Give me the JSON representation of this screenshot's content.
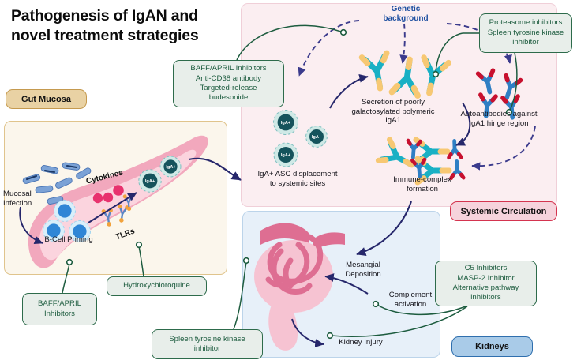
{
  "title": "Pathogenesis of IgAN and novel treatment strategies",
  "compartments": [
    {
      "id": "gut",
      "label": "Gut Mucosa",
      "bg": "#fbf6ec",
      "pill_bg": "#e9d2a4",
      "pill_border": "#c59a4f"
    },
    {
      "id": "systemic",
      "label": "Systemic Circulation",
      "bg": "#fbeef1",
      "pill_bg": "#f6d3dc",
      "pill_border": "#d4344f"
    },
    {
      "id": "kidneys",
      "label": "Kidneys",
      "bg": "#e7f0f9",
      "pill_bg": "#a9cbe8",
      "pill_border": "#2f6fae"
    }
  ],
  "treatment_boxes": [
    {
      "id": "baff-april-top",
      "text": "BAFF/APRIL Inhibitors Anti-CD38 antibody Targeted-release budesonide",
      "lines": [
        "BAFF/APRIL Inhibitors",
        "Anti-CD38 antibody",
        "Targeted-release",
        "budesonide"
      ]
    },
    {
      "id": "proteasome",
      "text": "Proteasome inhibitors Spleen tyrosine kinase inhibitor",
      "lines": [
        "Proteasome inhibitors",
        "Spleen tyrosine kinase",
        "inhibitor"
      ]
    },
    {
      "id": "complement",
      "text": "C5 Inhibitors MASP-2 Inhibitor Alternative pathway inhibitors",
      "lines": [
        "C5 Inhibitors",
        "MASP-2 Inhibitor",
        "Alternative pathway",
        "inhibitors"
      ]
    },
    {
      "id": "baff-april-bottom",
      "text": "BAFF/APRIL Inhibitors",
      "lines": [
        "BAFF/APRIL",
        "Inhibitors"
      ]
    },
    {
      "id": "hydroxychloroquine",
      "text": "Hydroxychloroquine",
      "lines": [
        "Hydroxychloroquine"
      ]
    },
    {
      "id": "syk-bottom",
      "text": "Spleen tyrosine kinase inhibitor",
      "lines": [
        "Spleen tyrosine kinase",
        "inhibitor"
      ]
    }
  ],
  "labels": {
    "genetic_background": "Genetic background",
    "secretion": "Secretion of poorly galactosylated polymeric IgA1",
    "autoantibodies": "Autoantibodies against IgA1 hinge region",
    "immune_complex": "Immune-complex formation",
    "asc_displacement": "IgA+ ASC displacement to systemic sites",
    "mucosal_infection": "Mucosal Infection",
    "bcell_priming": "B-Cell Priming",
    "cytokines": "Cytokines",
    "tlrs": "TLRs",
    "mesangial": "Mesangial Deposition",
    "complement_activation": "Complement activation",
    "kidney_injury": "Kidney Injury",
    "iga_cell_tag": "IgA+"
  },
  "colors": {
    "title": "#0b0b0b",
    "treatment_green": "#2d6b4b",
    "treatment_fill": "#e8eeea",
    "arrow_navy": "#26276b",
    "arrow_green": "#1d5c3f",
    "genetic_blue": "#1d4fa0",
    "iga_teal": "#19b0c4",
    "iga_tip_yellow": "#f7c873",
    "autoantibody_blue": "#2f7fc4",
    "autoantibody_red": "#c8102e",
    "cell_dark_teal": "#155a63",
    "cell_halo": "#bfe3e2",
    "bacteria_blue": "#5c86c4",
    "cytokine_pink": "#e8326e",
    "bcell_blue": "#2f86d6",
    "mucosa_pink": "#ef8fa8",
    "glomerulus_pink": "#de6e92"
  }
}
